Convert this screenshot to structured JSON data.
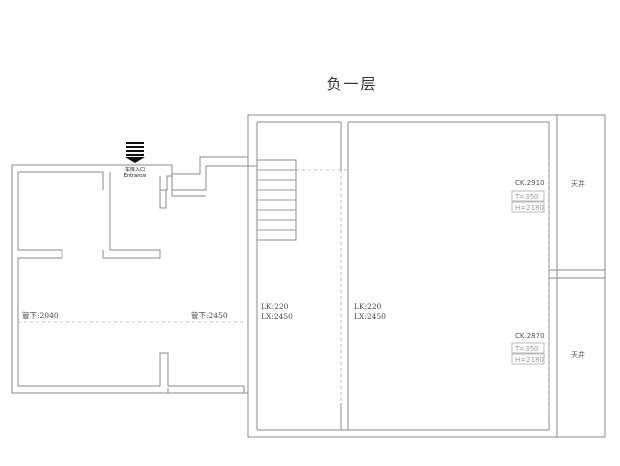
{
  "title": "负一层",
  "entrance": {
    "label_cn": "车库入口",
    "label_en": "Entrance",
    "icon": "down-arrow-stack-icon"
  },
  "annotations": {
    "pipe_left": "管下:2040",
    "pipe_right": "管下:2450",
    "mid_lk": "LK:220",
    "mid_lx": "LX:2450",
    "right_lk": "LK:220",
    "right_lx": "LX:2450"
  },
  "windows": [
    {
      "code": "CK.2910",
      "t": "T=350",
      "h": "H=2180"
    },
    {
      "code": "CK.2870",
      "t": "T=350",
      "h": "H=2180"
    }
  ],
  "light_wells": [
    "天井",
    "天井"
  ],
  "colors": {
    "wall": "#8a8a8a",
    "text": "#333333"
  }
}
